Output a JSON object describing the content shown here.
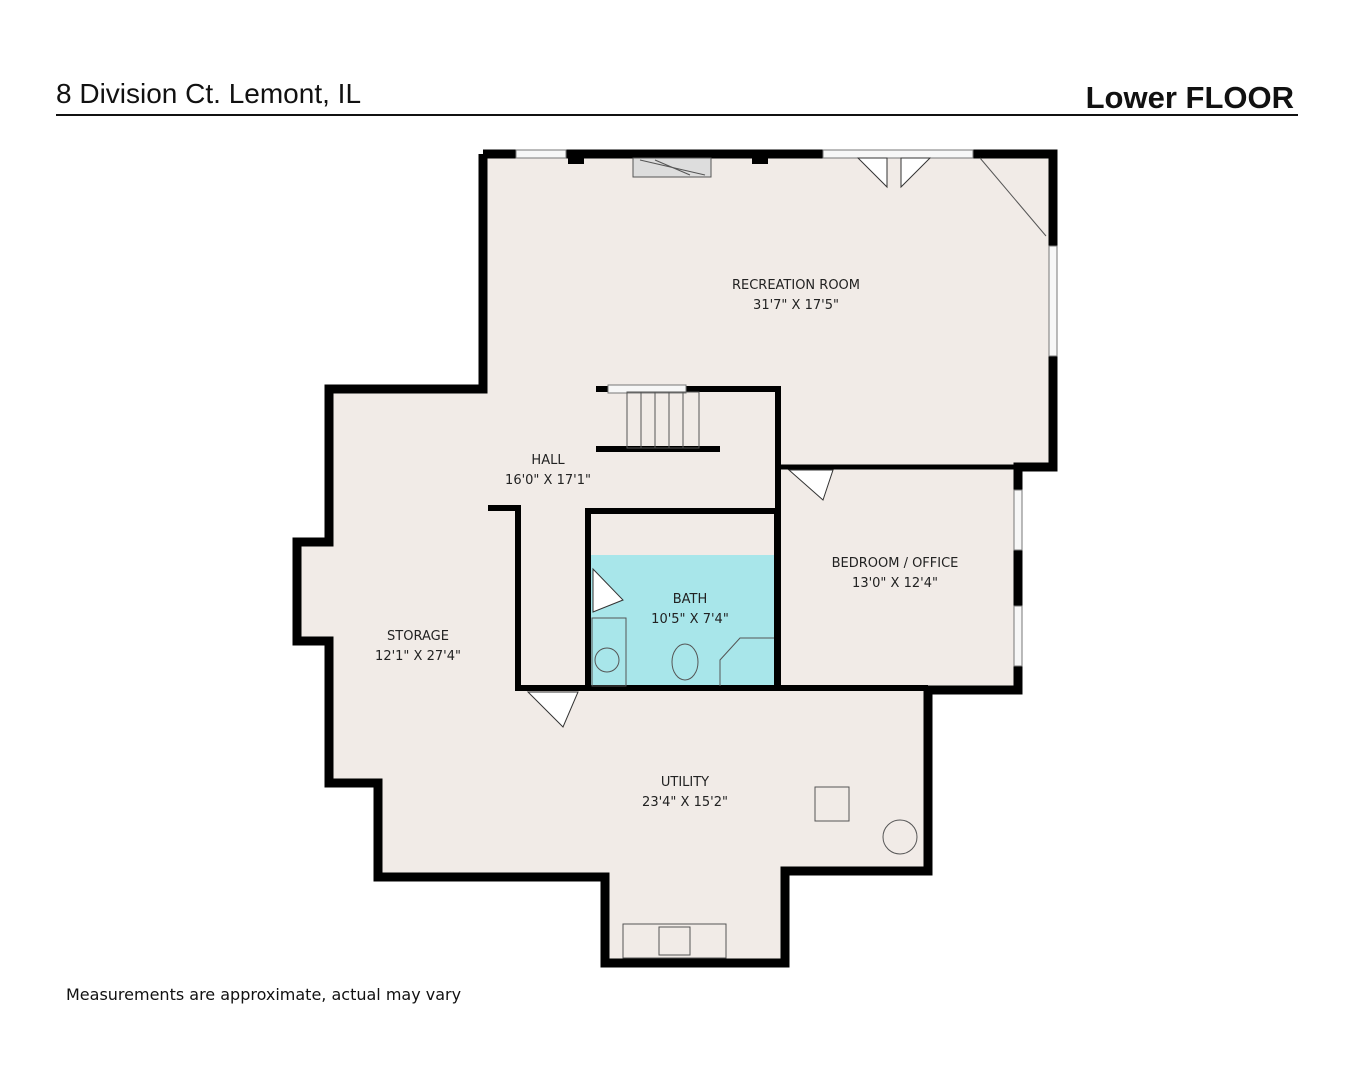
{
  "header": {
    "address": "8 Division Ct. Lemont, IL",
    "floor": "Lower FLOOR"
  },
  "rooms": [
    {
      "name": "RECREATION ROOM",
      "size": "31'7\" X 17'5\""
    },
    {
      "name": "HALL",
      "size": "16'0\" X 17'1\""
    },
    {
      "name": "BATH",
      "size": "10'5\" X 7'4\""
    },
    {
      "name": "BEDROOM / OFFICE",
      "size": "13'0\" X 12'4\""
    },
    {
      "name": "STORAGE",
      "size": "12'1\" X 27'4\""
    },
    {
      "name": "UTILITY",
      "size": "23'4\" X 15'2\""
    }
  ],
  "footer": {
    "note": "Measurements are approximate, actual may vary"
  },
  "colors": {
    "floor": "#f1ebe7",
    "wall": "#000000",
    "bath": "#a8e6ea"
  }
}
